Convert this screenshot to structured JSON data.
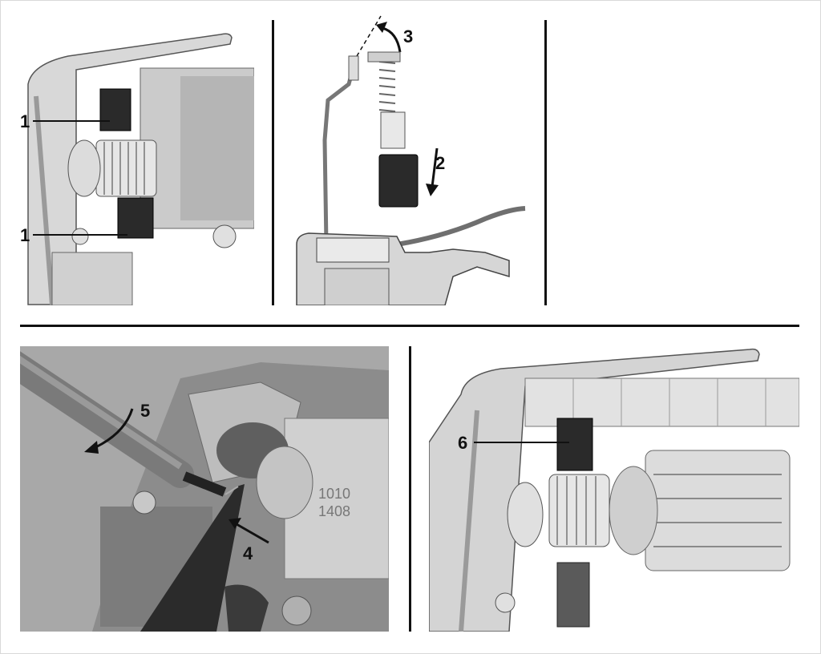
{
  "document": {
    "type": "service-manual-figure",
    "panels": [
      {
        "id": "A",
        "callouts": [
          "1",
          "1"
        ]
      },
      {
        "id": "B",
        "callouts": [
          "3",
          "2"
        ]
      },
      {
        "id": "C",
        "callouts": []
      },
      {
        "id": "D",
        "callouts": [
          "5",
          "4"
        ]
      },
      {
        "id": "E",
        "callouts": [
          "6"
        ]
      }
    ],
    "photo_text": [
      "1010",
      "1408"
    ]
  },
  "colors": {
    "line": "#111111",
    "housing": "#cfcfcf",
    "housing_dark": "#8e8e8e",
    "brush_holder": "#2a2a2a",
    "photo_bg": "#a8a8a8"
  }
}
